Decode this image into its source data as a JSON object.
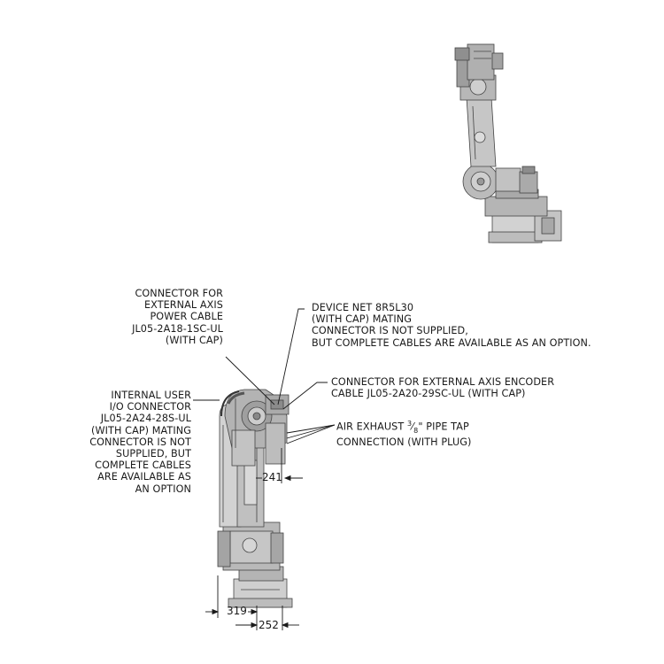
{
  "callouts": {
    "ext_axis_power": "CONNECTOR FOR\nEXTERNAL AXIS\nPOWER CABLE\nJL05-2A18-1SC-UL\n(WITH CAP)",
    "device_net": "DEVICE NET 8R5L30\n(WITH CAP) MATING\nCONNECTOR IS NOT SUPPLIED,\nBUT COMPLETE CABLES ARE AVAILABLE AS AN OPTION.",
    "ext_axis_encoder": "CONNECTOR FOR EXTERNAL AXIS ENCODER\nCABLE JL05-2A20-29SC-UL (WITH CAP)",
    "air_exhaust_prefix": "AIR EXHAUST ",
    "air_exhaust_num": "3",
    "air_exhaust_den": "8",
    "air_exhaust_suffix": "\" PIPE TAP",
    "air_exhaust_line2": "CONNECTION (WITH PLUG)",
    "internal_user_io": "INTERNAL USER\nI/O CONNECTOR\nJL05-2A24-28S-UL\n(WITH CAP) MATING\nCONNECTOR IS NOT\nSUPPLIED, BUT\nCOMPLETE CABLES\nARE AVAILABLE AS\nAN OPTION"
  },
  "dimensions": {
    "d241": "241",
    "d319": "319",
    "d252": "252"
  }
}
